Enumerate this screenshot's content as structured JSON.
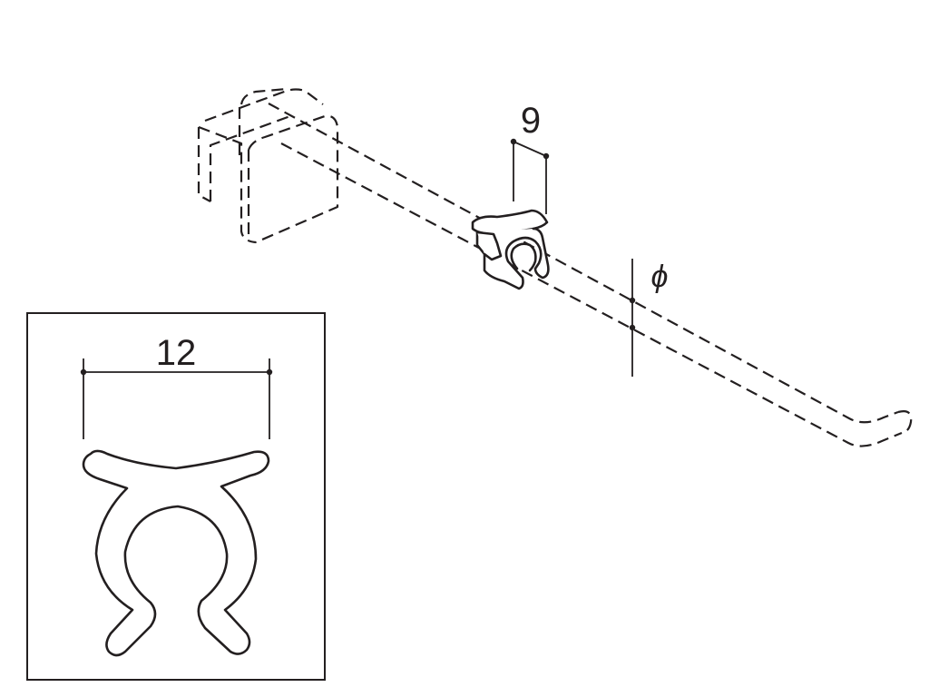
{
  "dimensions": {
    "clip_width": "9",
    "diameter_symbol": "ϕ",
    "inset_width": "12"
  },
  "colors": {
    "line": "#231f20",
    "background": "#ffffff"
  }
}
